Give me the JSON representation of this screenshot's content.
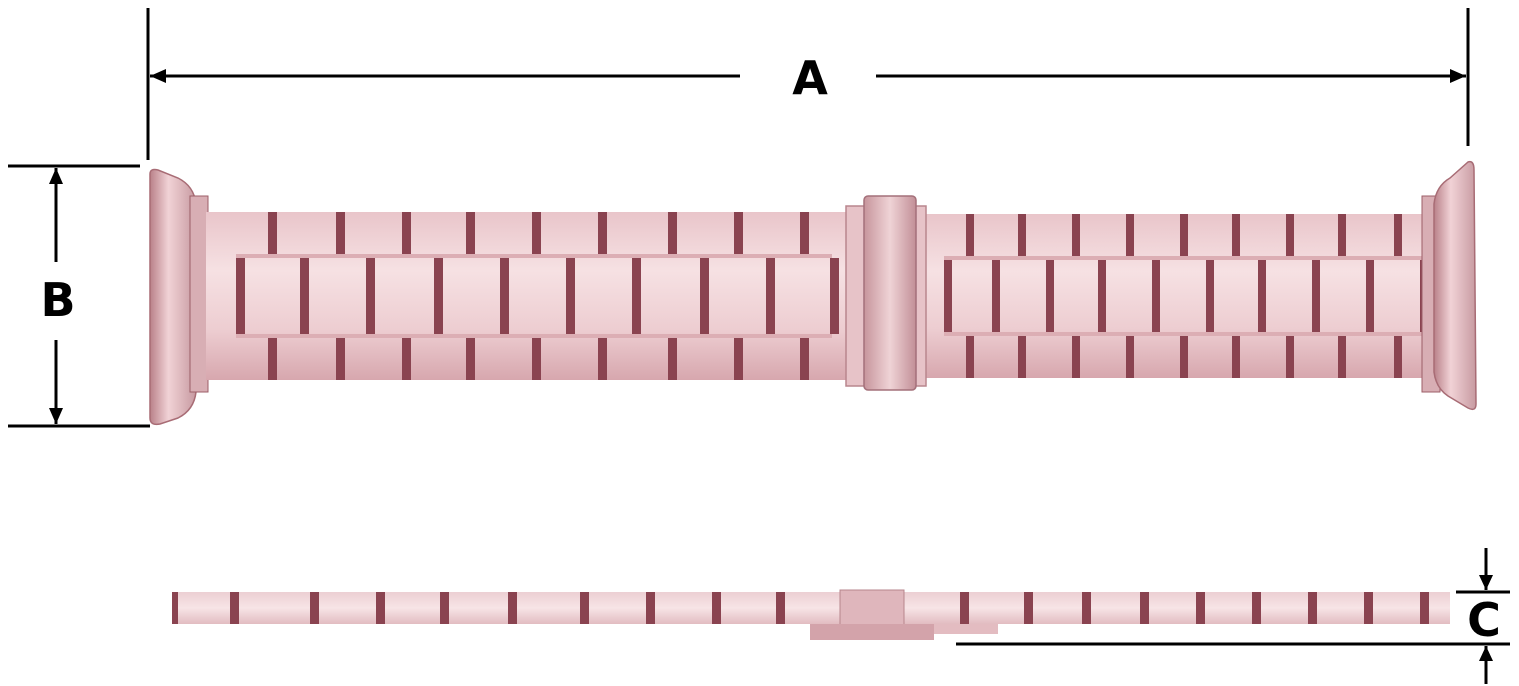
{
  "labels": {
    "length": "A",
    "width": "B",
    "thickness": "C"
  },
  "colors": {
    "link_light": "#f3d7da",
    "link_mid": "#dcaeb4",
    "link_dark": "#8a4350",
    "line": "#000000",
    "background": "#ffffff"
  }
}
